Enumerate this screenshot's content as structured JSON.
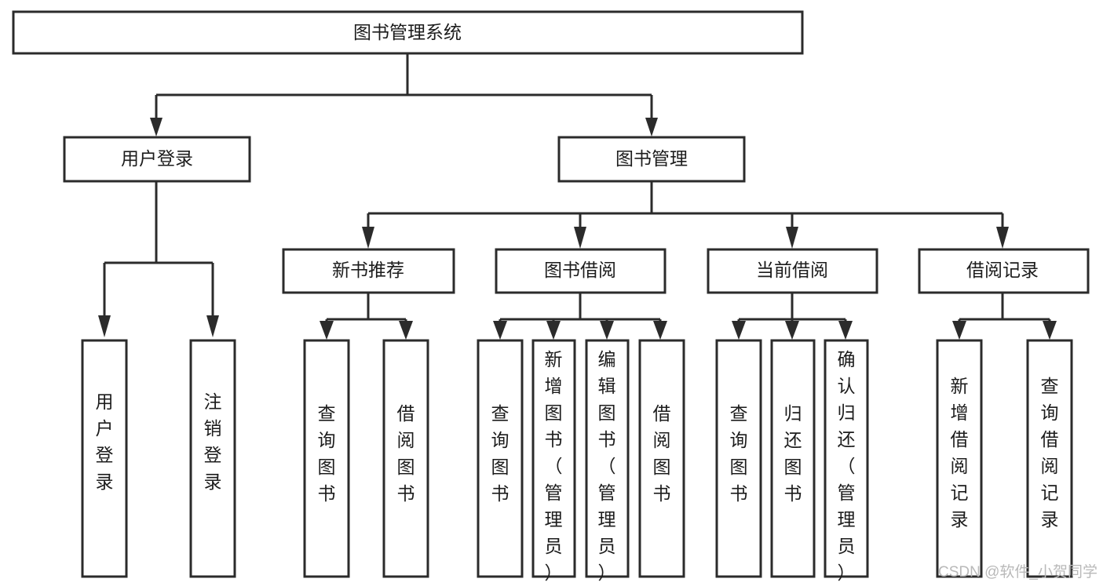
{
  "diagram": {
    "title": "图书管理系统",
    "type": "tree",
    "orientation": "top-down",
    "colors": {
      "box_fill": "#ffffff",
      "box_stroke": "#2b2b2b",
      "connector": "#2b2b2b",
      "text": "#1c1c1c",
      "watermark": "#b9b9b9",
      "background": "#ffffff"
    },
    "root": {
      "id": "root",
      "label": "图书管理系统",
      "orientation": "horizontal"
    },
    "level1": [
      {
        "id": "user-login",
        "label": "用户登录",
        "orientation": "horizontal"
      },
      {
        "id": "book-manage",
        "label": "图书管理",
        "orientation": "horizontal"
      }
    ],
    "level2": [
      {
        "id": "new-book-recommend",
        "label": "新书推荐",
        "parent": "book-manage",
        "orientation": "horizontal"
      },
      {
        "id": "book-borrow",
        "label": "图书借阅",
        "parent": "book-manage",
        "orientation": "horizontal"
      },
      {
        "id": "current-borrow",
        "label": "当前借阅",
        "parent": "book-manage",
        "orientation": "horizontal"
      },
      {
        "id": "borrow-record",
        "label": "借阅记录",
        "parent": "book-manage",
        "orientation": "horizontal"
      }
    ],
    "leaves": [
      {
        "id": "leaf-user-login",
        "label": "用户登录",
        "parent": "user-login",
        "orientation": "vertical"
      },
      {
        "id": "leaf-user-logout",
        "label": "注销登录",
        "parent": "user-login",
        "orientation": "vertical"
      },
      {
        "id": "leaf-query-book-1",
        "label": "查询图书",
        "parent": "new-book-recommend",
        "orientation": "vertical"
      },
      {
        "id": "leaf-borrow-book-1",
        "label": "借阅图书",
        "parent": "new-book-recommend",
        "orientation": "vertical"
      },
      {
        "id": "leaf-query-book-2",
        "label": "查询图书",
        "parent": "book-borrow",
        "orientation": "vertical"
      },
      {
        "id": "leaf-add-book",
        "label": "新增图书（管理员）",
        "parent": "book-borrow",
        "orientation": "vertical"
      },
      {
        "id": "leaf-edit-book",
        "label": "编辑图书（管理员）",
        "parent": "book-borrow",
        "orientation": "vertical"
      },
      {
        "id": "leaf-borrow-book-2",
        "label": "借阅图书",
        "parent": "book-borrow",
        "orientation": "vertical"
      },
      {
        "id": "leaf-query-book-3",
        "label": "查询图书",
        "parent": "current-borrow",
        "orientation": "vertical"
      },
      {
        "id": "leaf-return-book",
        "label": "归还图书",
        "parent": "current-borrow",
        "orientation": "vertical"
      },
      {
        "id": "leaf-confirm-return",
        "label": "确认归还（管理员）",
        "parent": "current-borrow",
        "orientation": "vertical"
      },
      {
        "id": "leaf-add-record",
        "label": "新增借阅记录",
        "parent": "borrow-record",
        "orientation": "vertical"
      },
      {
        "id": "leaf-query-record",
        "label": "查询借阅记录",
        "parent": "borrow-record",
        "orientation": "vertical"
      }
    ]
  },
  "watermark": {
    "text": "CSDN @软件_小贺同学"
  }
}
